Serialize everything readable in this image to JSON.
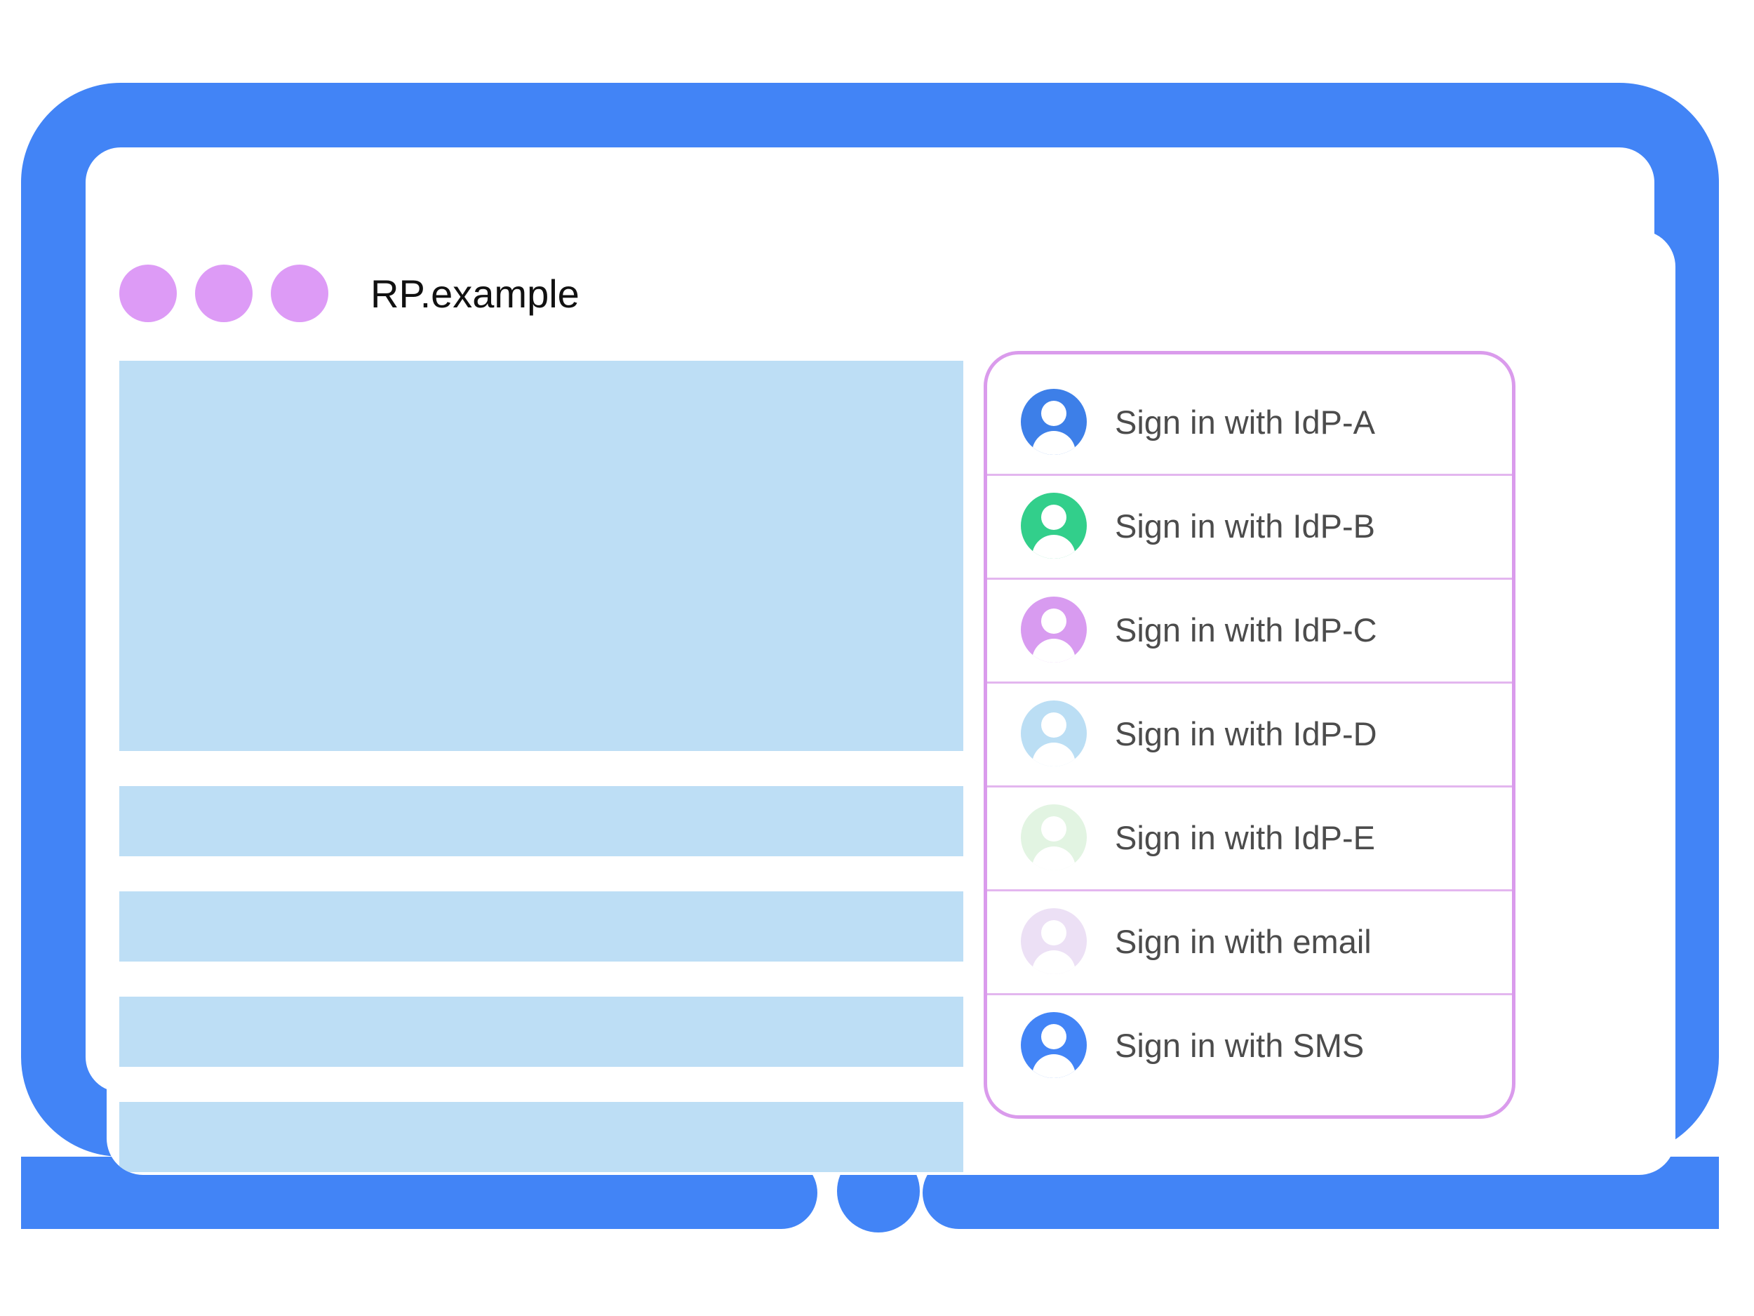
{
  "window": {
    "title": "RP.example",
    "dots": [
      "window-dot-1",
      "window-dot-2",
      "window-dot-3"
    ],
    "dot_color": "#dd9bf6"
  },
  "colors": {
    "device_frame_blue": "#4284f6",
    "placeholder_blue": "#bddef5",
    "panel_border_purple": "#da9bec",
    "row_divider_purple": "#e3b6ef",
    "label_text_gray": "#4c4c4c",
    "title_text": "#111111",
    "screen_background": "#ffffff"
  },
  "content_placeholders": [
    {
      "name": "hero-placeholder",
      "kind": "hero"
    },
    {
      "name": "text-bar-placeholder-1",
      "kind": "bar"
    },
    {
      "name": "text-bar-placeholder-2",
      "kind": "bar"
    },
    {
      "name": "text-bar-placeholder-3",
      "kind": "bar"
    },
    {
      "name": "text-bar-placeholder-4",
      "kind": "bar"
    }
  ],
  "account_chooser": {
    "accounts": [
      {
        "label": "Sign in with IdP-A",
        "icon": "person-avatar-icon",
        "avatar_color": "#3d7fe8"
      },
      {
        "label": "Sign in with IdP-B",
        "icon": "person-avatar-icon",
        "avatar_color": "#32cf8b"
      },
      {
        "label": "Sign in with IdP-C",
        "icon": "person-avatar-icon",
        "avatar_color": "#d89bf0"
      },
      {
        "label": "Sign in with IdP-D",
        "icon": "person-avatar-icon",
        "avatar_color": "#bbdef4"
      },
      {
        "label": "Sign in with IdP-E",
        "icon": "person-avatar-icon",
        "avatar_color": "#e2f4e2"
      },
      {
        "label": "Sign in with email",
        "icon": "person-avatar-icon",
        "avatar_color": "#ece0f5"
      },
      {
        "label": "Sign in with SMS",
        "icon": "person-avatar-icon",
        "avatar_color": "#4284f6"
      }
    ]
  },
  "device": {
    "home_button": "home-button"
  }
}
